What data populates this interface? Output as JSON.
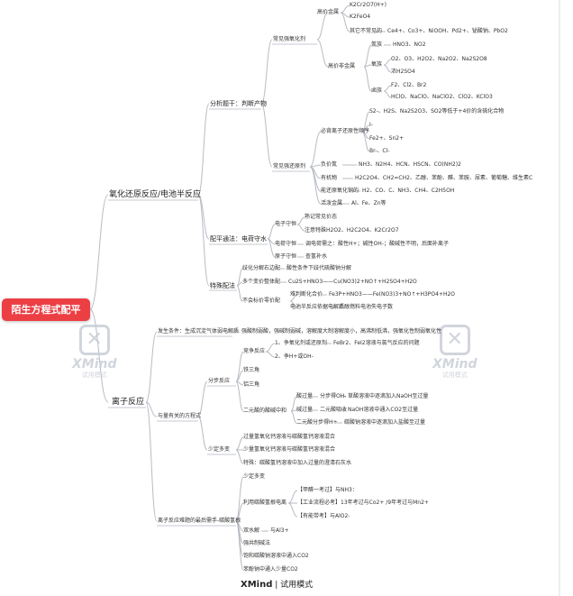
{
  "root": "陌生方程式配平",
  "branch_redox": "氧化还原反应/电池半反应",
  "branch_ionic": "离子反应",
  "redox": {
    "step_analysis": "分析题干：判断产物",
    "oxidizers": "常见强氧化剂",
    "high_metal": "高价金属",
    "k2cr2o7": "K2Cr2O7(H+)",
    "k2feo4": "K2FeO4",
    "other_rare": "其它不常见的",
    "other_rare_list": "Ce4+、Co3+、NiOOH、Pd2+、铋酸钠、PbO2",
    "high_nonmetal": "高价非金属",
    "nitrogen": "氮族",
    "nitrogen_list": "HNO3、NO2",
    "oxygen": "氧族",
    "oxygen_list": "O2、O3、H2O2、Na2O2、Na2S2O8",
    "h2so4": "浓H2SO4",
    "halogen": "卤族",
    "halogen_list1": "F2、Cl2、Br2",
    "halogen_list2": "HClO、NaClO、NaClO2、ClO2、KClO3",
    "reducers": "常见强还原剂",
    "anions": "必背离子还原性顺序",
    "anion_list": "S2-、H2S、Na2S2O3、SO2等低于+4价的含硫化合物",
    "i_minus": "I-",
    "fe2": "Fe2+、Sn2+",
    "br_cl": "Br-、Cl-",
    "low_valent": "负价氮",
    "low_valent_list": "NH3、N2H4、HCN、HSCN、CO(NH2)2",
    "organic": "有机物",
    "organic_list": "H2C2O4、CH2=CH2、乙醇、苯酚、醛、苯胺、尿素、葡萄糖、维生素C",
    "gas_reducers": "能还原氧化铜的",
    "gas_list": "H2、CO、C、NH3、CH4、C2H5OH",
    "metals": "活泼金属",
    "metal_list": "Al、Fe、Zn等",
    "step_balance": "配平通法：电荷守水",
    "electron": "电子守恒",
    "valence": "熟记常见价态",
    "note_special": "注意特殊",
    "special_list": "H2O2、H2C2O4、K2Cr2O7",
    "charge": "电荷守恒",
    "charge_desc": "调电荷需之：酸性H+；碱性OH-；酸碱性不明，后面补离子",
    "atom": "原子守恒",
    "atom_desc": "查氢补水",
    "step_special": "特殊配法",
    "disp": "歧化分解右边配",
    "disp_desc": "酸性条件下歧代硫酸钠分解",
    "multi": "多个变价整体配",
    "multi_desc": "Cu2S+HNO3——Cu(NO3)2+NO↑+H2SO4+H2O",
    "unknown": "不会标价零价配",
    "unknown1": "难判断化合价",
    "unknown1_desc": "Fe3P+HNO3——Fe(NO3)3+NO↑+H3PO4+H2O",
    "unknown2": "电池半反应依据电解质",
    "unknown2_desc": "乙醇燃料电池失电子数"
  },
  "ionic": {
    "cond": "发生条件：生成沉淀气体弱电解质",
    "cond_desc": "强酸制弱酸，强碱制弱碱，溶解度大制溶解度小，高沸制低沸，强氧化性制弱氧化性",
    "amount": "与量有关的方程式",
    "competing": "竞争反应",
    "comp1": "1、争氧化剂或还原剂",
    "comp1_desc": "FeBr2、FeI2溶液与氯气反应的问题",
    "comp2": "2、争H+或OH-",
    "iron3": "铁三角",
    "al3": "铝三角",
    "stepwise": "分步反应",
    "dibasic": "二元酸的酸碱中和",
    "acid_excess": "酸过量",
    "acid_step": "分步得OH-",
    "acid_step_desc": "草酸溶液中逐滴加入NaOH至过量",
    "base_excess": "碱过量",
    "base_excess_step": "二元酸吸收",
    "base_excess_desc": "NaOH溶液中通入CO2至过量",
    "base_step": "二元酸分步得H+",
    "base_step_desc": "碳酸钠溶液中逐滴加入盐酸至过量",
    "little_more": "少定多变",
    "lm1": "过量氢氧化钙溶液与碳酸氢钙溶液混合",
    "lm2": "少量氢氧化钙溶液与碳酸氢钙溶液混合",
    "lm3": "特殊：碳酸氢钙溶液中加入过量的澄清石灰水",
    "hard": "离子反应难题的最后需手-碳酸氢根",
    "few_more": "少定多变",
    "hydrolysis": "利用碳酸氢根电离",
    "h1": "【甲醛一考过】与NH3：",
    "h2": "【工业流程必考】13年考过与Co2+ /9年考过与Mn2+",
    "h3": "【有能带考】与AlO2-",
    "double": "双水解",
    "double_desc": "与Al3+",
    "weak_acid": "强共制碱法",
    "co2_1": "饱和碳酸钠溶液中通入CO2",
    "co2_2": "苯酚钠中通入少量CO2"
  },
  "watermark": {
    "name": "XMind",
    "sub": "试用模式"
  },
  "footer": {
    "brand": "XMind",
    "mode": "试用模式"
  }
}
